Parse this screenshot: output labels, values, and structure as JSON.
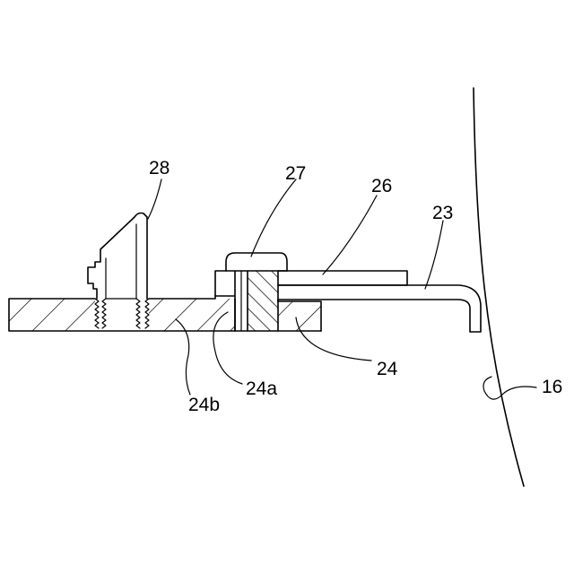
{
  "labels": {
    "l28": "28",
    "l27": "27",
    "l26": "26",
    "l23": "23",
    "l24": "24",
    "l24a": "24a",
    "l24b": "24b",
    "l16": "16"
  }
}
